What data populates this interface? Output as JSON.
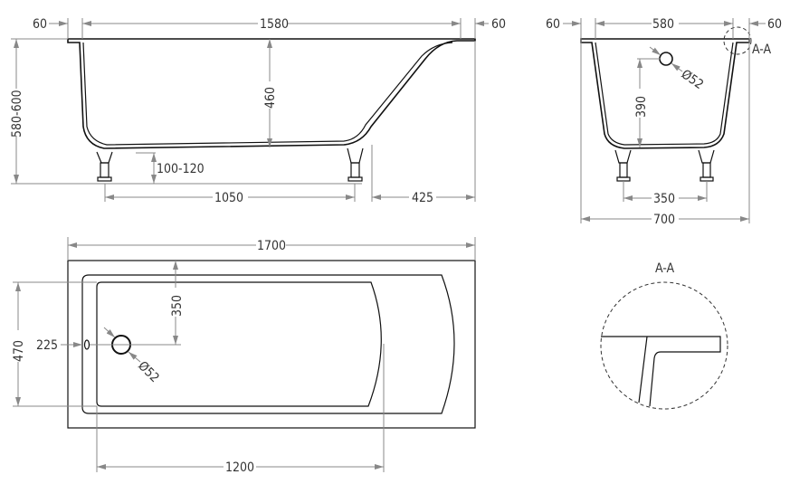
{
  "views": {
    "side": {
      "top_left_flange": "60",
      "inner_length": "1580",
      "top_right_flange": "60",
      "total_height": "580-600",
      "depth": "460",
      "leg_height": "100-120",
      "leg_spacing": "1050",
      "foot_to_end": "425"
    },
    "end": {
      "left_flange": "60",
      "inner_width": "580",
      "right_flange": "60",
      "drain_height": "390",
      "drain_diameter": "Ø52",
      "leg_spacing": "350",
      "total_width": "700",
      "section_marker": "A-A"
    },
    "top": {
      "total_length": "1700",
      "total_width": "470",
      "drain_offset_side": "225",
      "drain_offset_center": "350",
      "drain_diameter": "Ø52",
      "bottom_length": "1200"
    },
    "detail": {
      "title": "A-A"
    }
  }
}
